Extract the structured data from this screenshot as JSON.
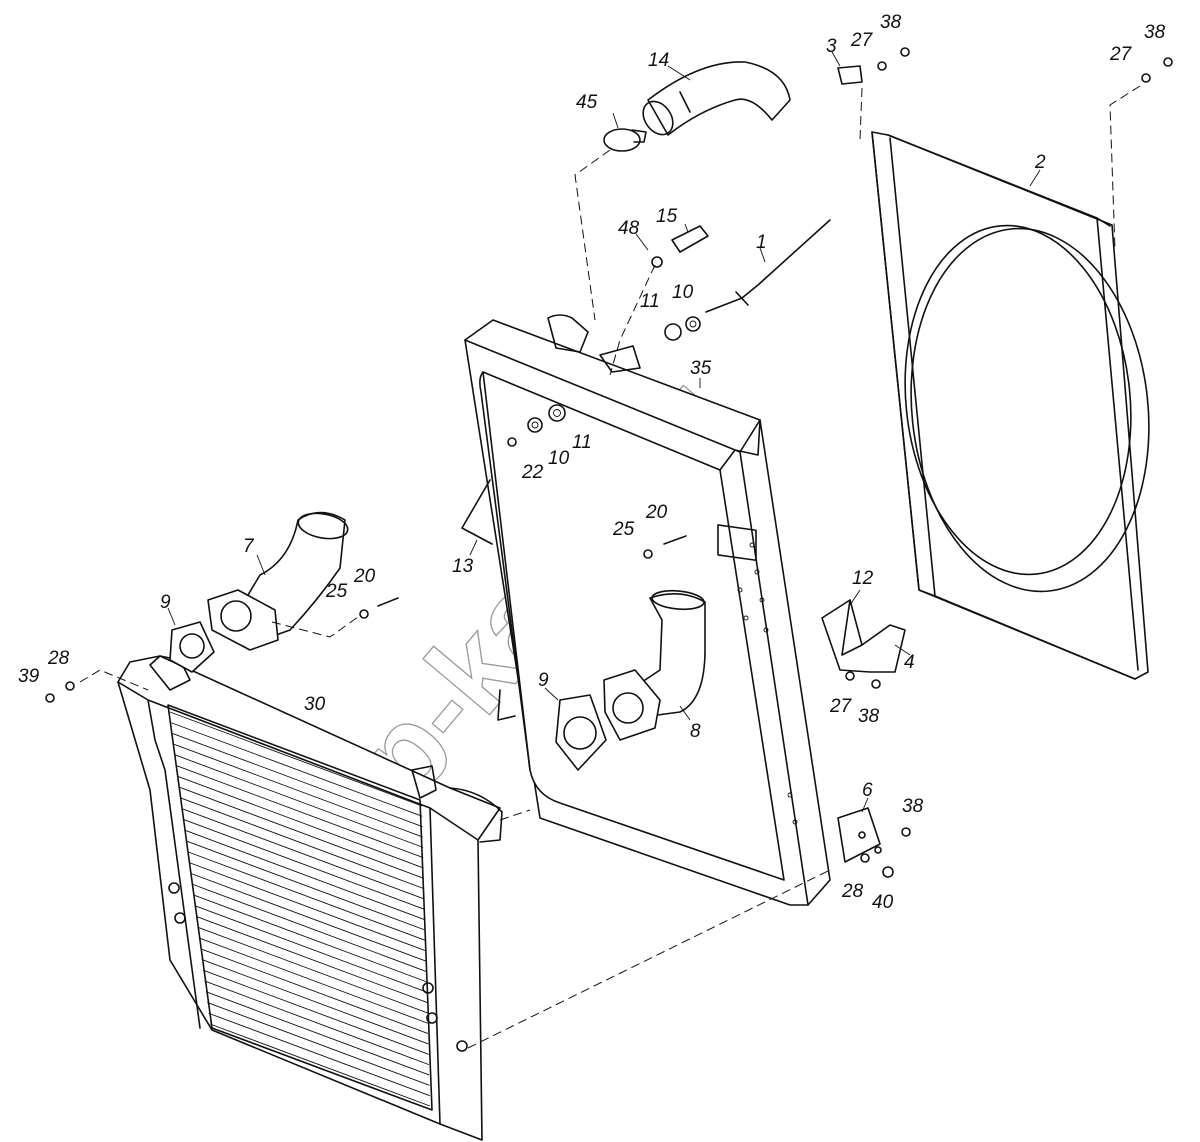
{
  "watermark": "zap-kam.ru",
  "callouts": [
    {
      "id": "c1",
      "text": "1"
    },
    {
      "id": "c2",
      "text": "2"
    },
    {
      "id": "c3",
      "text": "3"
    },
    {
      "id": "c4",
      "text": "4"
    },
    {
      "id": "c6",
      "text": "6"
    },
    {
      "id": "c7",
      "text": "7"
    },
    {
      "id": "c8",
      "text": "8"
    },
    {
      "id": "c9a",
      "text": "9"
    },
    {
      "id": "c9b",
      "text": "9"
    },
    {
      "id": "c10a",
      "text": "10"
    },
    {
      "id": "c10b",
      "text": "10"
    },
    {
      "id": "c11a",
      "text": "11"
    },
    {
      "id": "c11b",
      "text": "11"
    },
    {
      "id": "c12",
      "text": "12"
    },
    {
      "id": "c13",
      "text": "13"
    },
    {
      "id": "c14",
      "text": "14"
    },
    {
      "id": "c15",
      "text": "15"
    },
    {
      "id": "c20a",
      "text": "20"
    },
    {
      "id": "c20b",
      "text": "20"
    },
    {
      "id": "c22",
      "text": "22"
    },
    {
      "id": "c25a",
      "text": "25"
    },
    {
      "id": "c25b",
      "text": "25"
    },
    {
      "id": "c27a",
      "text": "27"
    },
    {
      "id": "c27b",
      "text": "27"
    },
    {
      "id": "c27c",
      "text": "27"
    },
    {
      "id": "c28a",
      "text": "28"
    },
    {
      "id": "c28b",
      "text": "28"
    },
    {
      "id": "c30",
      "text": "30"
    },
    {
      "id": "c35",
      "text": "35"
    },
    {
      "id": "c38a",
      "text": "38"
    },
    {
      "id": "c38b",
      "text": "38"
    },
    {
      "id": "c38c",
      "text": "38"
    },
    {
      "id": "c38d",
      "text": "38"
    },
    {
      "id": "c39",
      "text": "39"
    },
    {
      "id": "c40",
      "text": "40"
    },
    {
      "id": "c45",
      "text": "45"
    },
    {
      "id": "c48",
      "text": "48"
    }
  ]
}
